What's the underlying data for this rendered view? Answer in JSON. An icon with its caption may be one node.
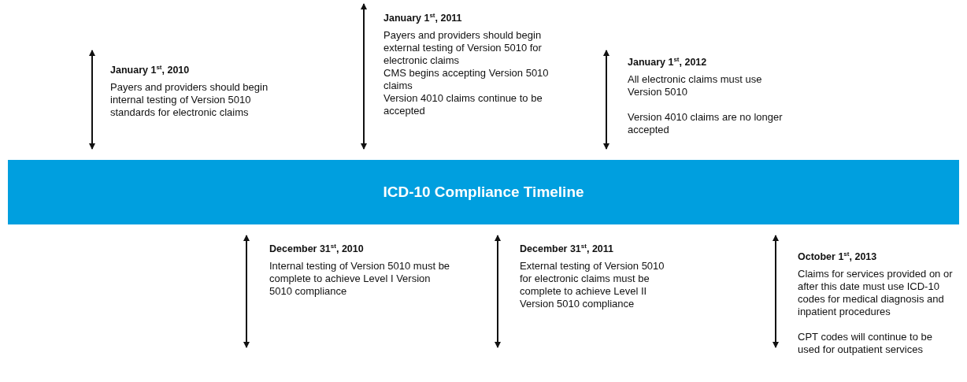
{
  "diagram": {
    "nodes": [
      {
        "text": [
          "ICD-10 Compliance Timeline"
        ]
      }
    ],
    "labels": [
      "January 1$^{st}$, 2010",
      "Payers and providers should begin internal testing of Version 5010 standards for electronic claims",
      "January 1$^{st}$, 2011",
      "Payers and providers should begin external testing of Version 5010 for electronic claims",
      "CMS begins accepting Version 5010 claims",
      "Version 4010 claims continue to be accepted",
      "January 1$^{st}$, 2012",
      "All electronic claims must use Version 5010",
      "Version 4010 claims are no longer accepted",
      "December 31$^{st}$, 2010",
      "Internal testing of Version 5010 must be complete to achieve Level I Version 5010 compliance",
      "December 31$^{st}$, 2011",
      "External testing of Version 5010 for electronic claims must be complete to achieve Level II Version 5010 compliance",
      "October 1$^{st}$, 2013",
      "Claims for services provided on or after this date must use ICD-10 codes for medical diagnosis and inpatient procedures",
      "CPT codes will continue to be used for outpatient services"
    ]
  }
}
